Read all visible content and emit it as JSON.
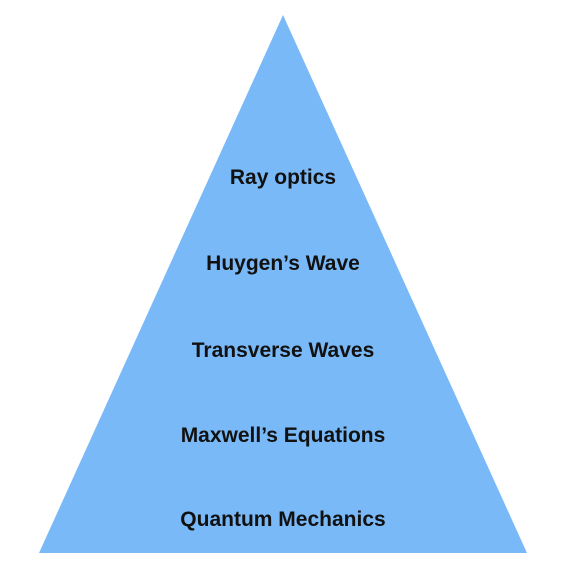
{
  "diagram": {
    "type": "pyramid",
    "fill_color": "#79b9f7",
    "levels": [
      {
        "label": "Ray optics"
      },
      {
        "label": "Huygen’s Wave"
      },
      {
        "label": "Transverse Waves"
      },
      {
        "label": "Maxwell’s Equations"
      },
      {
        "label": "Quantum Mechanics"
      }
    ]
  }
}
